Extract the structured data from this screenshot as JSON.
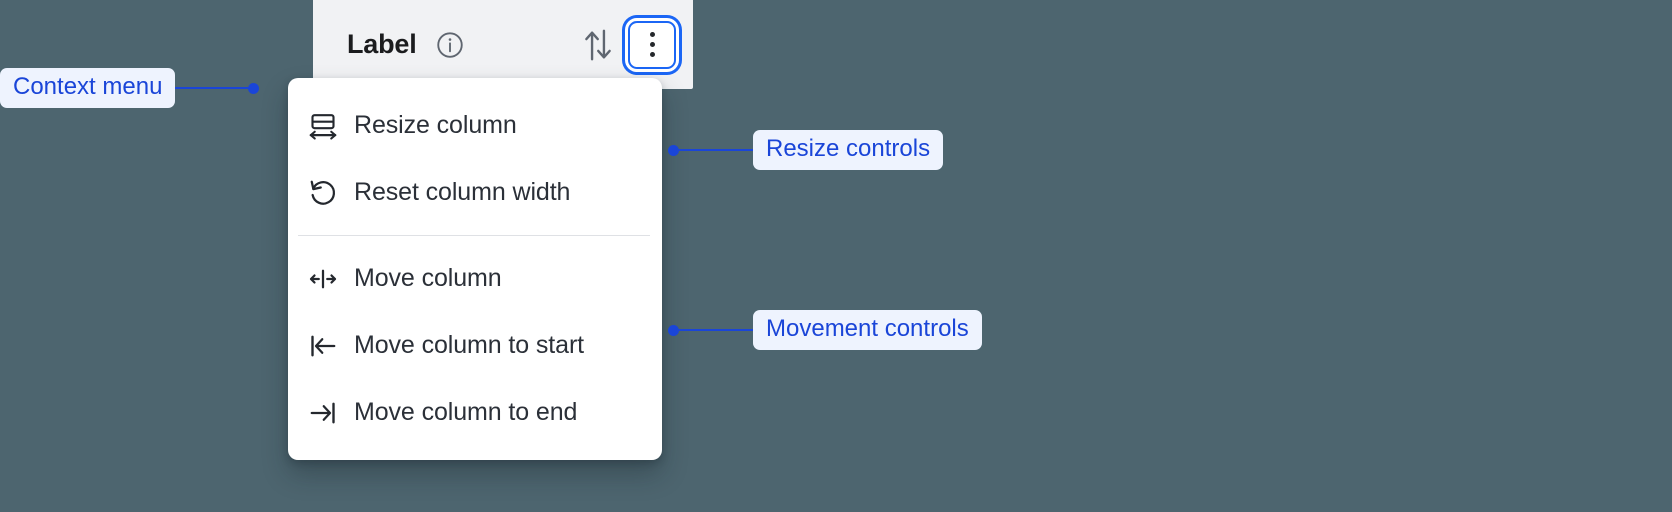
{
  "background_color": "#4d656f",
  "accent_color": "#1a45d8",
  "focus_ring_color": "#1b66f5",
  "column_header": {
    "title": "Label",
    "info_icon": "info-circle-icon",
    "sort_icon": "sort-ascending-descending-icon",
    "overflow_icon": "kebab-menu-icon"
  },
  "context_menu": {
    "groups": [
      {
        "name": "resize-controls",
        "items": [
          {
            "label": "Resize column",
            "icon": "resize-column-icon"
          },
          {
            "label": "Reset column width",
            "icon": "reset-rotate-ccw-icon"
          }
        ]
      },
      {
        "name": "movement-controls",
        "items": [
          {
            "label": "Move column",
            "icon": "move-left-right-icon"
          },
          {
            "label": "Move column to start",
            "icon": "move-to-start-icon"
          },
          {
            "label": "Move column to end",
            "icon": "move-to-end-icon"
          }
        ]
      }
    ]
  },
  "annotations": [
    {
      "label": "Context menu"
    },
    {
      "label": "Resize controls"
    },
    {
      "label": "Movement controls"
    }
  ]
}
